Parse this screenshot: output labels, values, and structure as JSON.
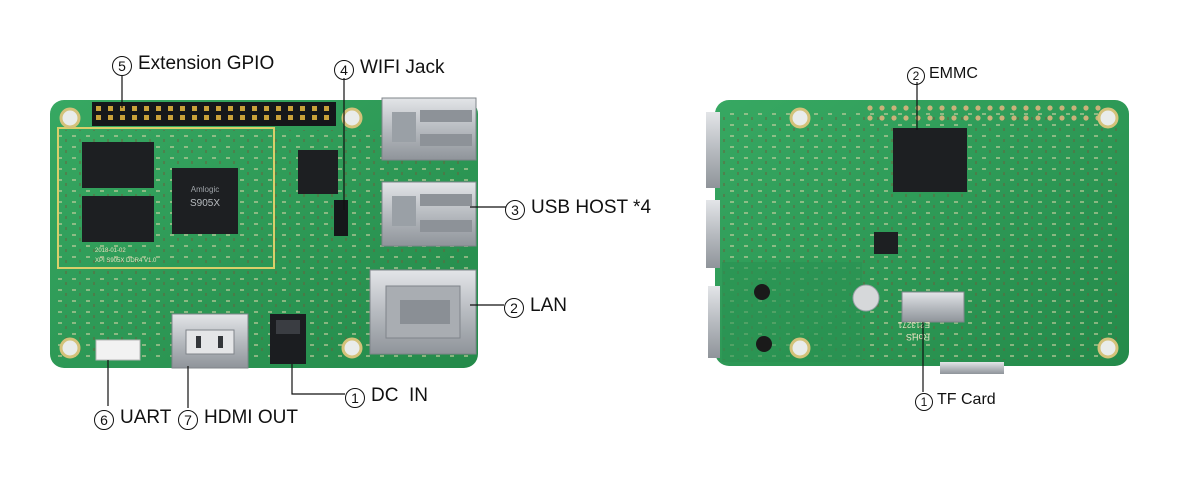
{
  "front_board": {
    "labels": [
      {
        "id": "gpio",
        "number": "5",
        "text": "Extension GPIO"
      },
      {
        "id": "wifi",
        "number": "4",
        "text": "WIFI Jack"
      },
      {
        "id": "usb",
        "number": "3",
        "text": "USB HOST *4"
      },
      {
        "id": "lan",
        "number": "2",
        "text": "LAN"
      },
      {
        "id": "dc",
        "number": "1",
        "text": "DC  IN"
      },
      {
        "id": "uart",
        "number": "6",
        "text": "UART"
      },
      {
        "id": "hdmi",
        "number": "7",
        "text": "HDMI OUT"
      }
    ],
    "silkscreen": {
      "soc_brand": "Amlogic",
      "soc_model": "S905X",
      "board_name": "XPI S905X DDR4 V1.0",
      "board_date": "2018-01-02"
    }
  },
  "back_board": {
    "labels": [
      {
        "id": "emmc",
        "number": "2",
        "text": "EMMC"
      },
      {
        "id": "tf",
        "number": "1",
        "text": "TF Card"
      }
    ],
    "silkscreen": {
      "rohs": "RoHS",
      "code": "E213271"
    }
  },
  "colors": {
    "pcb_green": "#2e9b58",
    "pcb_dark": "#1f7a42",
    "metal": "#c9ccd0",
    "chip_black": "#1d1f22"
  }
}
